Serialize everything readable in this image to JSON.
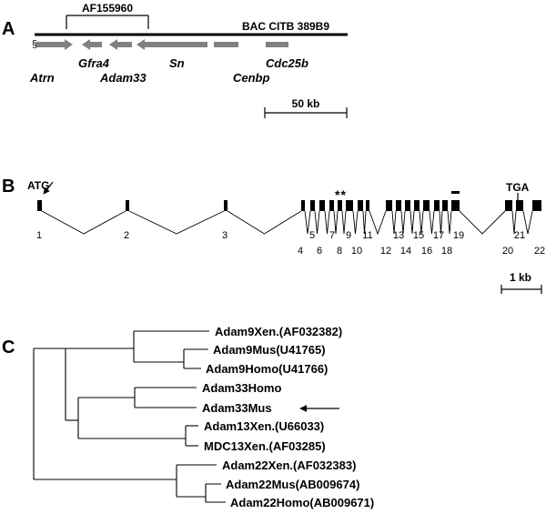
{
  "panel_a": {
    "letter": "A",
    "accession_label": "AF155960",
    "bac_label": "BAC CITB 389B9",
    "genes": [
      "Atrn",
      "Gfra4",
      "Adam33",
      "Sn",
      "Cenbp",
      "Cdc25b"
    ],
    "scale_label": "50 kb",
    "gene_color": "#808080"
  },
  "panel_b": {
    "letter": "B",
    "start_label": "ATG",
    "stop_label": "TGA",
    "asterisks": "**",
    "exon_count": 22,
    "exon_numbers": [
      "1",
      "2",
      "3",
      "4",
      "5",
      "6",
      "7",
      "8",
      "9",
      "10",
      "11",
      "12",
      "13",
      "14",
      "15",
      "16",
      "17",
      "18",
      "19",
      "20",
      "21",
      "22"
    ],
    "scale_label": "1 kb"
  },
  "panel_c": {
    "letter": "C",
    "leaves": [
      "Adam9Xen.(AF032382)",
      "Adam9Mus(U41765)",
      "Adam9Homo(U41766)",
      "Adam33Homo",
      "Adam33Mus",
      "Adam13Xen.(U66033)",
      "MDC13Xen.(AF03285)",
      "Adam22Xen.(AF032383)",
      "Adam22Mus(AB009674)",
      "Adam22Homo(AB009671)"
    ],
    "highlighted_leaf": "Adam33Mus"
  }
}
